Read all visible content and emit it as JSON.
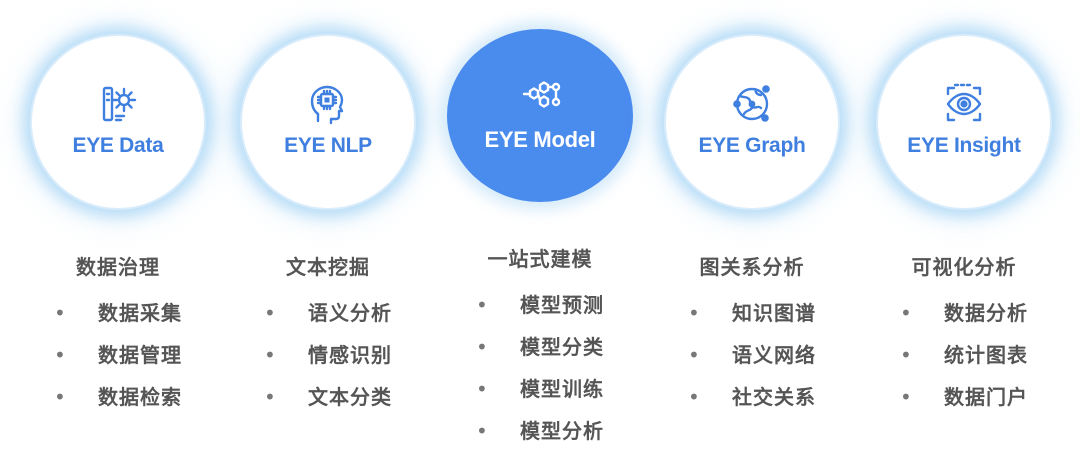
{
  "accent_color": "#4a8bee",
  "products": [
    {
      "icon": "data-gear-icon",
      "label": "EYE Data",
      "heading": "数据治理",
      "features": [
        "数据采集",
        "数据管理",
        "数据检索"
      ]
    },
    {
      "icon": "brain-chip-icon",
      "label": "EYE NLP",
      "heading": "文本挖掘",
      "features": [
        "语义分析",
        "情感识别",
        "文本分类"
      ]
    },
    {
      "icon": "hexagon-network-icon",
      "label": "EYE Model",
      "heading": "一站式建模",
      "features": [
        "模型预测",
        "模型分类",
        "模型训练",
        "模型分析"
      ]
    },
    {
      "icon": "globe-network-icon",
      "label": "EYE Graph",
      "heading": "图关系分析",
      "features": [
        "知识图谱",
        "语义网络",
        "社交关系"
      ]
    },
    {
      "icon": "eye-scan-icon",
      "label": "EYE Insight",
      "heading": "可视化分析",
      "features": [
        "数据分析",
        "统计图表",
        "数据门户"
      ]
    }
  ]
}
